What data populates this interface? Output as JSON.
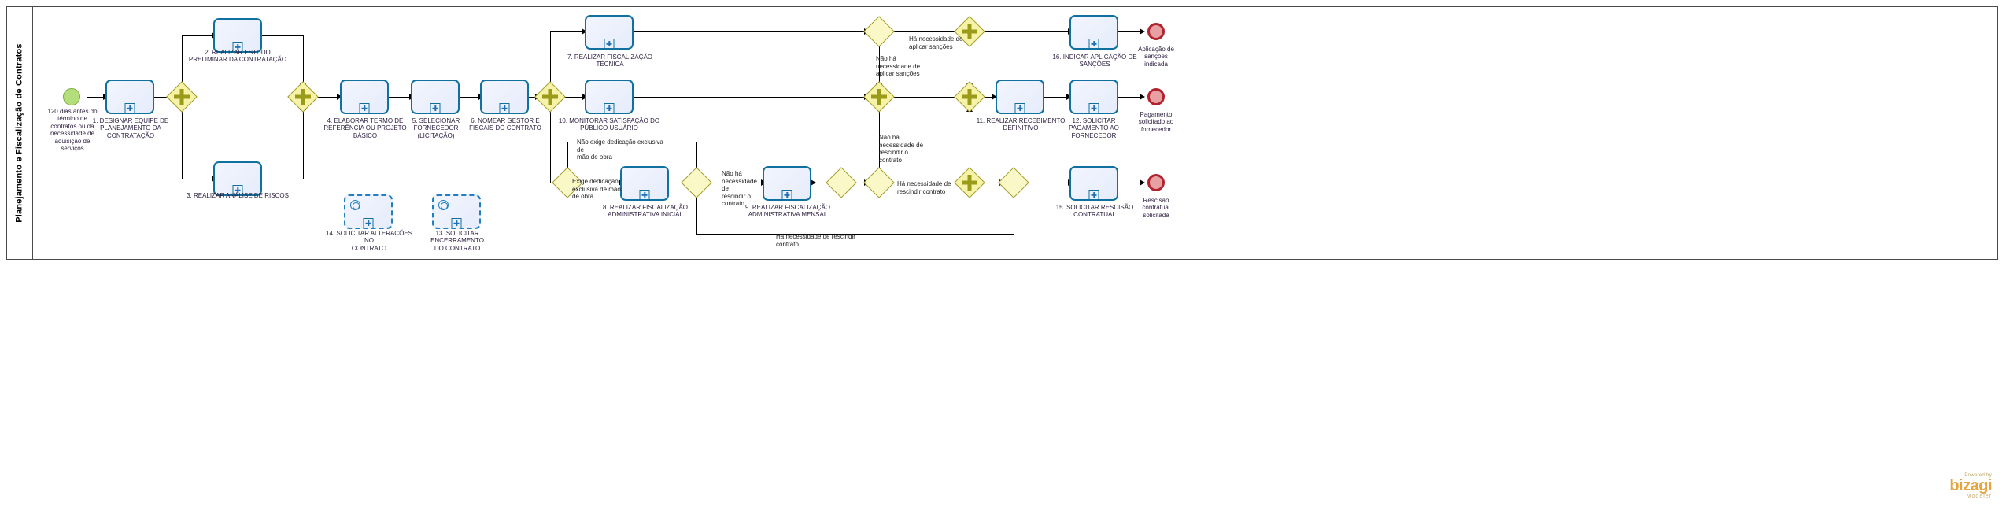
{
  "pool": {
    "title": "Planejamento e Fiscalização de Contratos"
  },
  "events": {
    "start": {
      "name": "start-event",
      "label": "120 dias antes do\ntérmino de\ncontratos ou da\nnecessidade de\naquisição de\nserviços"
    },
    "end_sancoes": {
      "name": "end-event-sancoes",
      "label": "Aplicação de\nsanções\nindicada"
    },
    "end_pagamento": {
      "name": "end-event-pagamento",
      "label": "Pagamento\nsolicitado ao\nfornecedor"
    },
    "end_rescisao": {
      "name": "end-event-rescisao",
      "label": "Rescisão\ncontratual\nsolicitada"
    }
  },
  "tasks": [
    {
      "id": "t1",
      "label": "1. DESIGNAR EQUIPE DE\nPLANEJAMENTO DA\nCONTRATAÇÃO"
    },
    {
      "id": "t2",
      "label": "2. REALIZAR ESTUDO\nPRELIMINAR DA CONTRATAÇÃO"
    },
    {
      "id": "t3",
      "label": "3. REALIZAR ANÁLISE DE RISCOS"
    },
    {
      "id": "t4",
      "label": "4. ELABORAR TERMO DE\nREFERÊNCIA OU PROJETO\nBÁSICO"
    },
    {
      "id": "t5",
      "label": "5. SELECIONAR\nFORNECEDOR\n(LICITAÇÃO)"
    },
    {
      "id": "t6",
      "label": "6. NOMEAR GESTOR E\nFISCAIS DO CONTRATO"
    },
    {
      "id": "t7",
      "label": "7. REALIZAR FISCALIZAÇÃO\nTÉCNICA"
    },
    {
      "id": "t8",
      "label": "8. REALIZAR FISCALIZAÇÃO\nADMINISTRATIVA INICIAL"
    },
    {
      "id": "t9",
      "label": "9. REALIZAR FISCALIZAÇÃO\nADMINISTRATIVA MENSAL"
    },
    {
      "id": "t10",
      "label": "10. MONITORAR SATISFAÇÃO DO\nPÚBLICO USUÁRIO"
    },
    {
      "id": "t11",
      "label": "11. REALIZAR RECEBIMENTO\nDEFINITIVO"
    },
    {
      "id": "t12",
      "label": "12. SOLICITAR\nPAGAMENTO AO\nFORNECEDOR"
    },
    {
      "id": "t13",
      "label": "13. SOLICITAR ENCERRAMENTO\nDO CONTRATO"
    },
    {
      "id": "t14",
      "label": "14. SOLICITAR ALTERAÇÕES NO\nCONTRATO"
    },
    {
      "id": "t15",
      "label": "15. SOLICITAR RESCISÃO\nCONTRATUAL"
    },
    {
      "id": "t16",
      "label": "16. INDICAR APLICAÇÃO DE\nSANÇÕES"
    }
  ],
  "flow_labels": [
    {
      "id": "f_nao_exige",
      "text": "Não exige dedicação exclusiva de\nmão de obra"
    },
    {
      "id": "f_exige",
      "text": "Exige dedicação\nexclusiva de mão\nde obra"
    },
    {
      "id": "f_nao_resc",
      "text": "Não há\nnecessidade de\nrescindir o\ncontrato"
    },
    {
      "id": "f_ha_resc_bottom",
      "text": "Há necessidade de rescindir\ncontrato"
    },
    {
      "id": "f_ha_resc_mid",
      "text": "Há necessidade de\nrescindir contrato"
    },
    {
      "id": "f_nao_resc2",
      "text": "Não há\nnecessidade de\nrescindir o\ncontrato"
    },
    {
      "id": "f_ha_sancoes",
      "text": "Há necessidade de\naplicar sanções"
    },
    {
      "id": "f_nao_sancoes",
      "text": "Não há\nnecessidade de\naplicar sanções"
    }
  ],
  "gateways": [
    {
      "id": "g1",
      "type": "parallel"
    },
    {
      "id": "g2",
      "type": "parallel"
    },
    {
      "id": "g3",
      "type": "parallel"
    },
    {
      "id": "g4",
      "type": "exclusive"
    },
    {
      "id": "g5",
      "type": "exclusive"
    },
    {
      "id": "g6",
      "type": "exclusive"
    },
    {
      "id": "g7",
      "type": "exclusive"
    },
    {
      "id": "g8",
      "type": "parallel"
    },
    {
      "id": "g9",
      "type": "exclusive"
    },
    {
      "id": "g10",
      "type": "parallel"
    },
    {
      "id": "g11",
      "type": "parallel"
    },
    {
      "id": "g12",
      "type": "parallel"
    },
    {
      "id": "g13",
      "type": "exclusive"
    }
  ],
  "watermark": {
    "powered": "Powered by",
    "brand": "bizagi",
    "sub": "Modeler"
  }
}
